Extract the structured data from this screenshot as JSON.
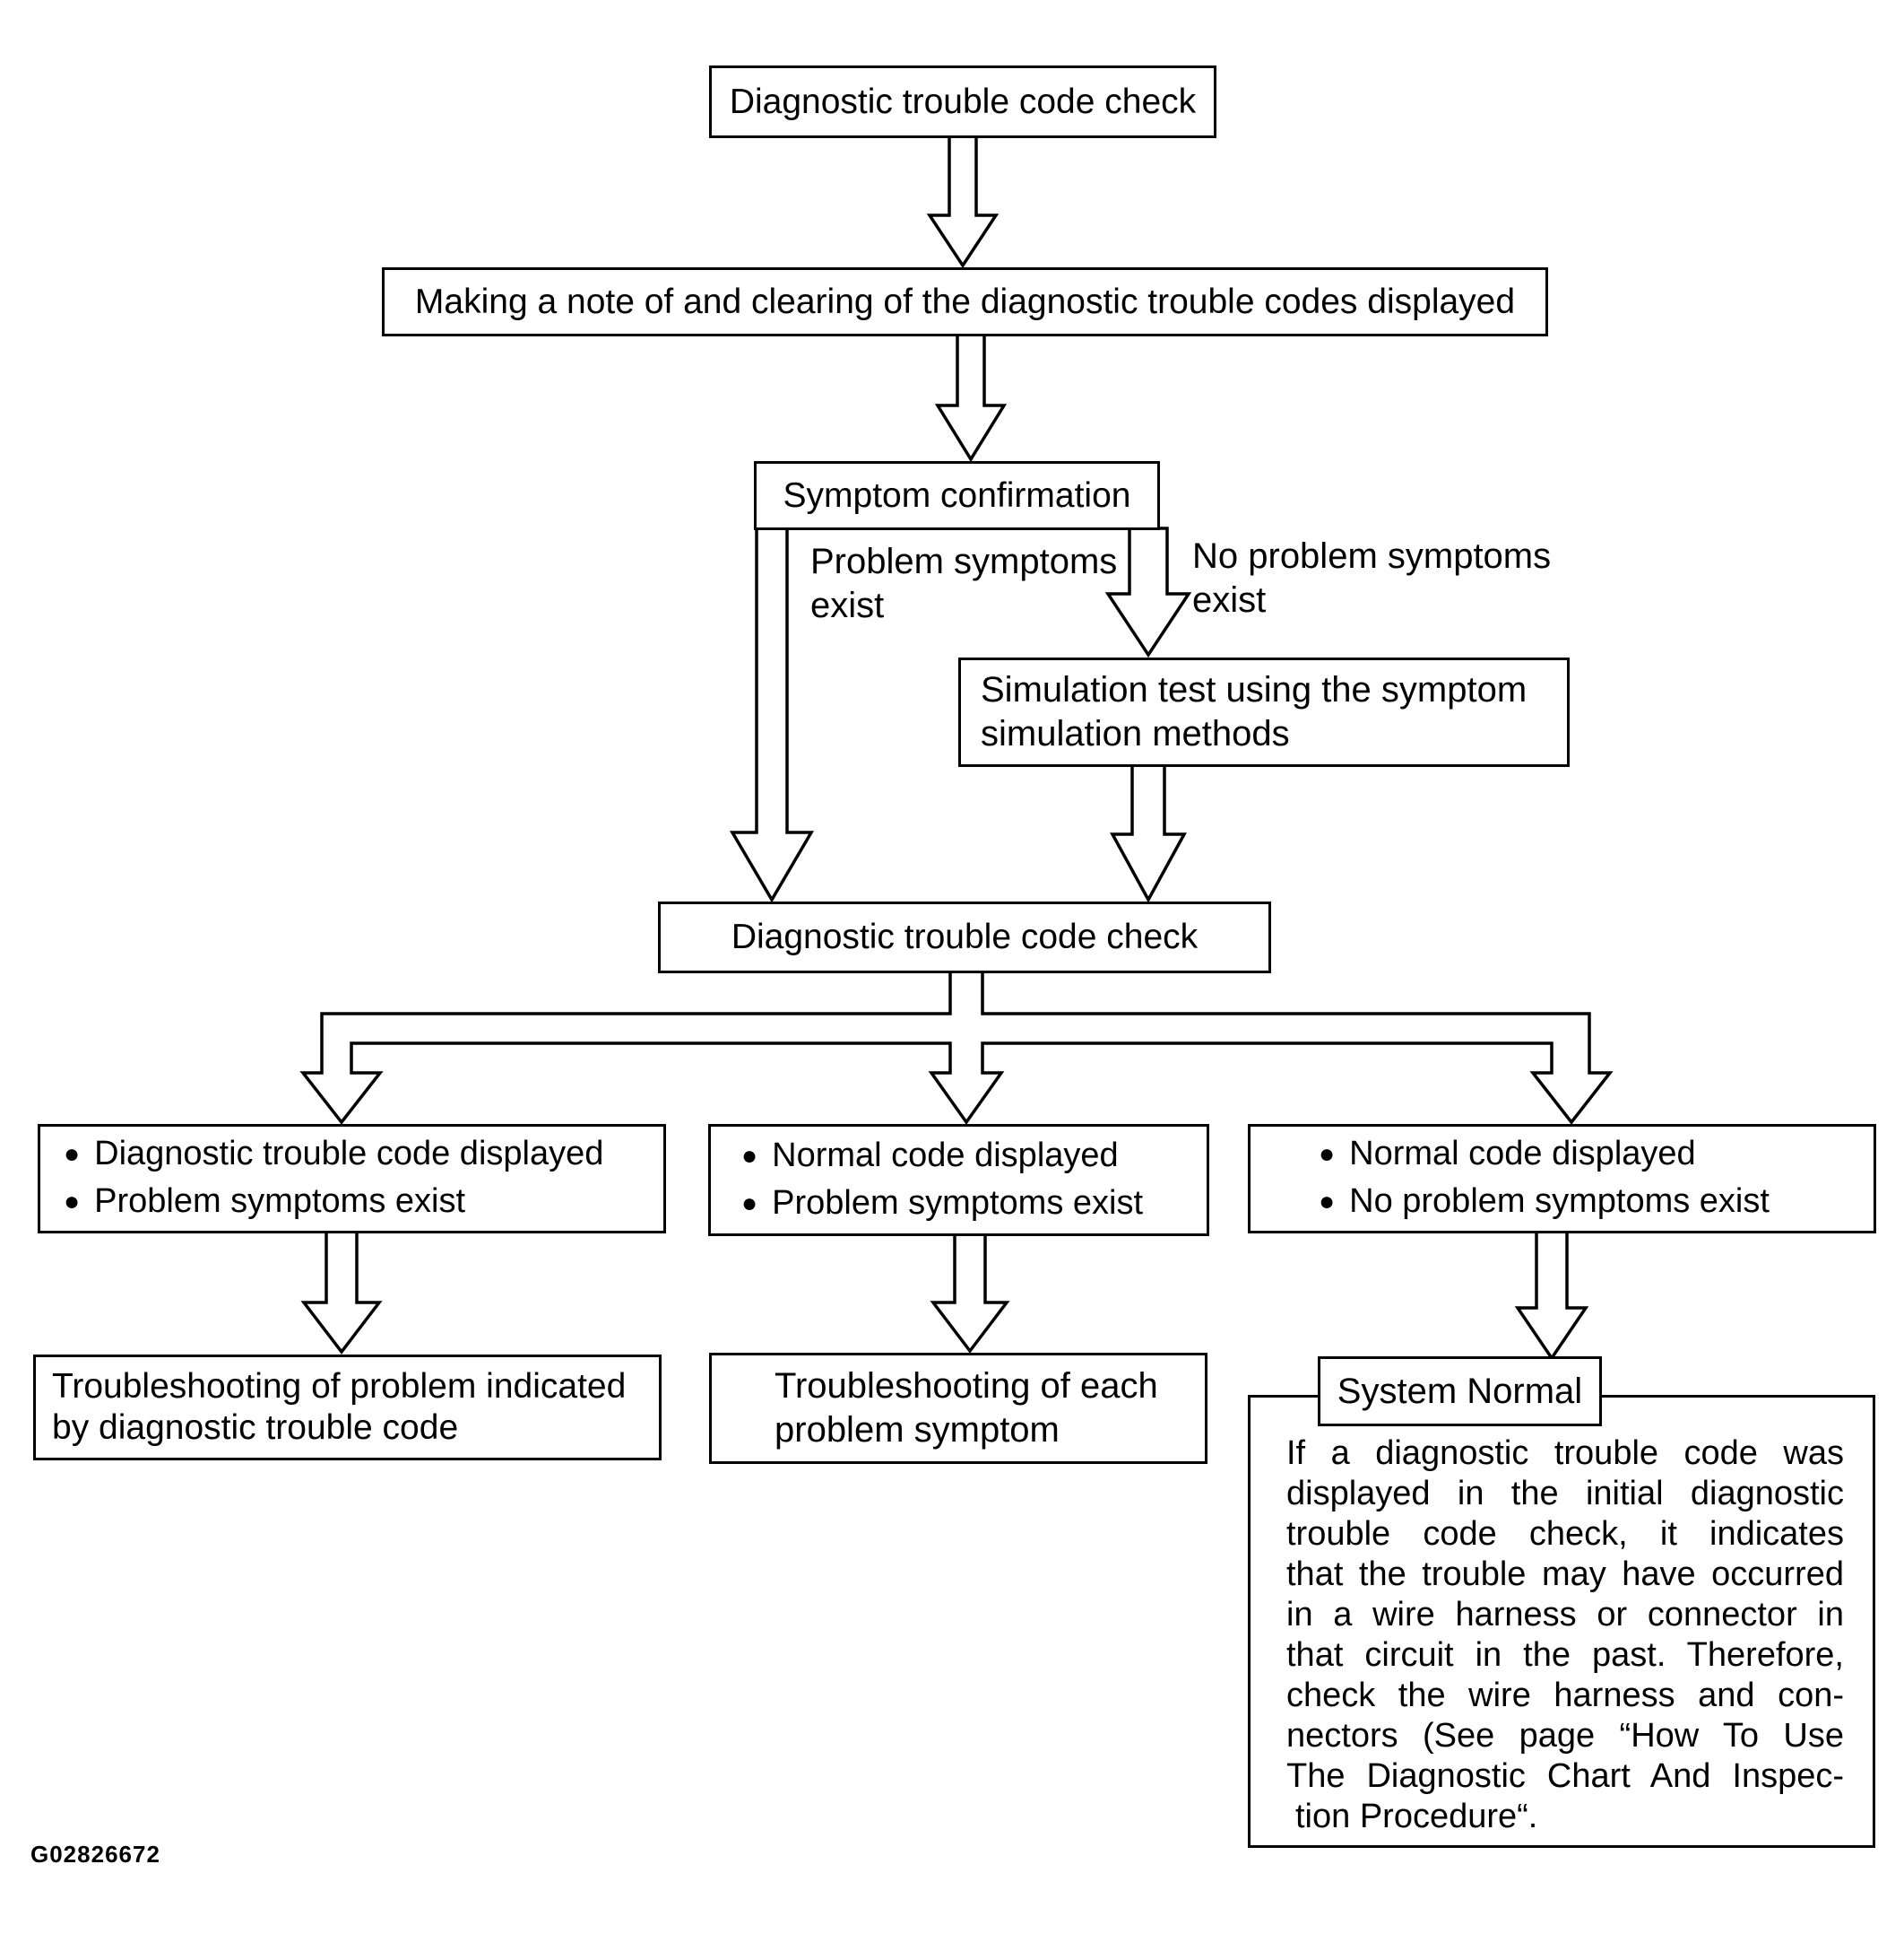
{
  "figure_code": "G02826672",
  "glyphs": {
    "bullet": "●"
  },
  "colors": {
    "line": "#000000",
    "background": "#ffffff",
    "text": "#000000"
  },
  "nodes": {
    "dtc_check_initial": {
      "label": "Diagnostic trouble code check"
    },
    "note_and_clear": {
      "label": "Making a note of and clearing of the diagnostic trouble codes displayed"
    },
    "symptom_confirmation": {
      "label": "Symptom confirmation"
    },
    "simulation_test": {
      "line1": "Simulation test using the symptom",
      "line2": "simulation methods"
    },
    "dtc_check_second": {
      "label": "Diagnostic trouble code check"
    },
    "result_left": {
      "items": [
        "Diagnostic trouble code displayed",
        "Problem symptoms exist"
      ]
    },
    "result_middle": {
      "items": [
        "Normal code displayed",
        "Problem symptoms exist"
      ]
    },
    "result_right": {
      "items": [
        "Normal code displayed",
        "No problem symptoms exist"
      ]
    },
    "troubleshoot_dtc": {
      "line1": "Troubleshooting of problem indicated",
      "line2": "by diagnostic trouble code"
    },
    "troubleshoot_symptom": {
      "line1": "Troubleshooting of each",
      "line2": "problem symptom"
    },
    "system_normal": {
      "label": "System Normal"
    },
    "system_normal_note": {
      "lines": [
        "If a diagnostic trouble code was",
        "displayed in the initial diagnostic",
        "trouble code check, it indicates",
        "that the trouble may have occurred",
        "in a wire harness or connector in",
        "that circuit in the past. Therefore,",
        "check the wire harness and con-",
        "nectors (See page “How To Use",
        "The Diagnostic Chart And Inspec-",
        "tion Procedure“."
      ]
    }
  },
  "edge_labels": {
    "problem_exists": {
      "line1": "Problem symptoms",
      "line2": "exist"
    },
    "no_problem_exists": {
      "line1": "No problem symptoms",
      "line2": "exist"
    }
  }
}
